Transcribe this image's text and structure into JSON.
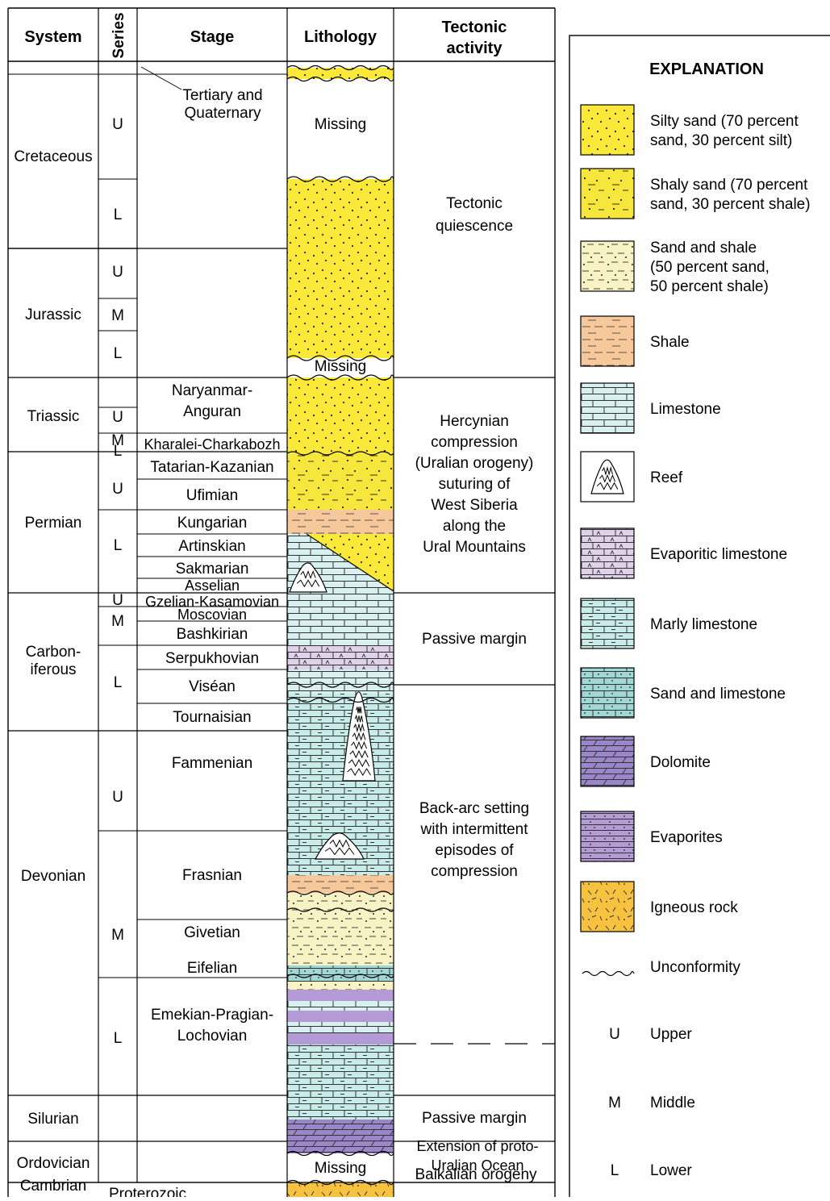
{
  "headers": {
    "system": "System",
    "series": "Series",
    "stage": "Stage",
    "lithology": "Lithology",
    "tectonic_line1": "Tectonic",
    "tectonic_line2": "activity"
  },
  "systems": [
    {
      "key": "cretaceous",
      "label": "Cretaceous"
    },
    {
      "key": "jurassic",
      "label": "Jurassic"
    },
    {
      "key": "triassic",
      "label": "Triassic"
    },
    {
      "key": "permian",
      "label": "Permian"
    },
    {
      "key": "carboniferous",
      "lines": [
        "Carbon-",
        "iferous"
      ]
    },
    {
      "key": "devonian",
      "label": "Devonian"
    },
    {
      "key": "silurian",
      "label": "Silurian"
    },
    {
      "key": "ordovician",
      "label": "Ordovician"
    },
    {
      "key": "cambrian",
      "label": "Cambrian"
    },
    {
      "key": "proterozoic",
      "label": "Proterozoic"
    }
  ],
  "series_letters": [
    "U",
    "L",
    "U",
    "M",
    "L",
    "U",
    "M",
    "L",
    "U",
    "L",
    "U",
    "M",
    "L",
    "U",
    "M",
    "L"
  ],
  "stages": [
    {
      "key": "tertiary",
      "lines": [
        "Tertiary and",
        "Quaternary"
      ]
    },
    {
      "key": "naryanmar",
      "lines": [
        "Naryanmar-",
        "Anguran"
      ]
    },
    {
      "key": "kharalei",
      "label": "Kharalei-Charkabozh"
    },
    {
      "key": "tatarian",
      "label": "Tatarian-Kazanian"
    },
    {
      "key": "ufimian",
      "label": "Ufimian"
    },
    {
      "key": "kungarian",
      "label": "Kungarian"
    },
    {
      "key": "artinskian",
      "label": "Artinskian"
    },
    {
      "key": "sakmarian",
      "label": "Sakmarian"
    },
    {
      "key": "asselian",
      "label": "Asselian"
    },
    {
      "key": "gzelian",
      "label": "Gzelian-Kasamovian"
    },
    {
      "key": "moscovian",
      "label": "Moscovian"
    },
    {
      "key": "bashkirian",
      "label": "Bashkirian"
    },
    {
      "key": "serpukhovian",
      "label": "Serpukhovian"
    },
    {
      "key": "visean",
      "label": "Viséan"
    },
    {
      "key": "tournaisian",
      "label": "Tournaisian"
    },
    {
      "key": "fammenian",
      "label": "Fammenian"
    },
    {
      "key": "frasnian",
      "label": "Frasnian"
    },
    {
      "key": "givetian",
      "label": "Givetian"
    },
    {
      "key": "eifelian",
      "label": "Eifelian"
    },
    {
      "key": "emekian",
      "lines": [
        "Emekian-Pragian-",
        "Lochovian"
      ]
    }
  ],
  "lithology_labels": {
    "missing": "Missing"
  },
  "tectonics": [
    {
      "key": "quiescence",
      "lines": [
        "Tectonic",
        "quiescence"
      ]
    },
    {
      "key": "hercynian",
      "lines": [
        "Hercynian",
        "compression",
        "(Uralian orogeny)",
        "suturing of",
        "West Siberia",
        "along the",
        "Ural Mountains"
      ]
    },
    {
      "key": "passive1",
      "lines": [
        "Passive margin"
      ]
    },
    {
      "key": "backarc",
      "lines": [
        "Back-arc setting",
        "with intermittent",
        "episodes of",
        "compression"
      ]
    },
    {
      "key": "passive2",
      "lines": [
        "Passive margin"
      ]
    },
    {
      "key": "extension",
      "lines": [
        "Extension of proto-",
        "Uralian Ocean"
      ]
    },
    {
      "key": "baikalian",
      "lines": [
        "Baikalian  orogeny"
      ]
    }
  ],
  "explanation": {
    "title": "EXPLANATION",
    "items": [
      {
        "key": "silty-sand",
        "pattern": "silty",
        "lines": [
          "Silty sand (70 percent",
          "sand, 30 percent silt)"
        ]
      },
      {
        "key": "shaly-sand",
        "pattern": "shaly",
        "lines": [
          "Shaly sand (70 percent",
          "sand, 30 percent shale)"
        ]
      },
      {
        "key": "sand-shale",
        "pattern": "sandshale",
        "lines": [
          "Sand and shale",
          "(50 percent sand,",
          "50 percent shale)"
        ]
      },
      {
        "key": "shale",
        "pattern": "shale",
        "lines": [
          "Shale"
        ]
      },
      {
        "key": "limestone",
        "pattern": "limestone",
        "lines": [
          "Limestone"
        ]
      },
      {
        "key": "reef",
        "pattern": "reef",
        "lines": [
          "Reef"
        ]
      },
      {
        "key": "evaporitic-limestone",
        "pattern": "evaplime",
        "lines": [
          "Evaporitic limestone"
        ]
      },
      {
        "key": "marly-limestone",
        "pattern": "marly",
        "lines": [
          "Marly limestone"
        ]
      },
      {
        "key": "sand-limestone",
        "pattern": "sandlime",
        "lines": [
          "Sand and limestone"
        ]
      },
      {
        "key": "dolomite",
        "pattern": "dolomite",
        "lines": [
          "Dolomite"
        ]
      },
      {
        "key": "evaporites",
        "pattern": "evaporites",
        "lines": [
          "Evaporites"
        ]
      },
      {
        "key": "igneous-rock",
        "pattern": "igneous",
        "lines": [
          "Igneous rock"
        ]
      },
      {
        "key": "unconformity",
        "pattern": "unconformity",
        "lines": [
          "Unconformity"
        ]
      },
      {
        "key": "upper",
        "pattern": "letter",
        "letter": "U",
        "lines": [
          "Upper"
        ]
      },
      {
        "key": "middle",
        "pattern": "letter",
        "letter": "M",
        "lines": [
          "Middle"
        ]
      },
      {
        "key": "lower",
        "pattern": "letter",
        "letter": "L",
        "lines": [
          "Lower"
        ]
      }
    ]
  },
  "colors": {
    "silty_sand": "#fbe93a",
    "shaly_sand": "#f7e63b",
    "sand_shale": "#f8f3c4",
    "shale": "#f6c89a",
    "limestone": "#d9f0f0",
    "evaporitic_limestone": "#e0d2ea",
    "marly_limestone": "#c8ecea",
    "sand_limestone": "#9fd8d4",
    "dolomite": "#9b86c9",
    "evaporites": "#b49bd6",
    "igneous": "#f7c23f"
  }
}
